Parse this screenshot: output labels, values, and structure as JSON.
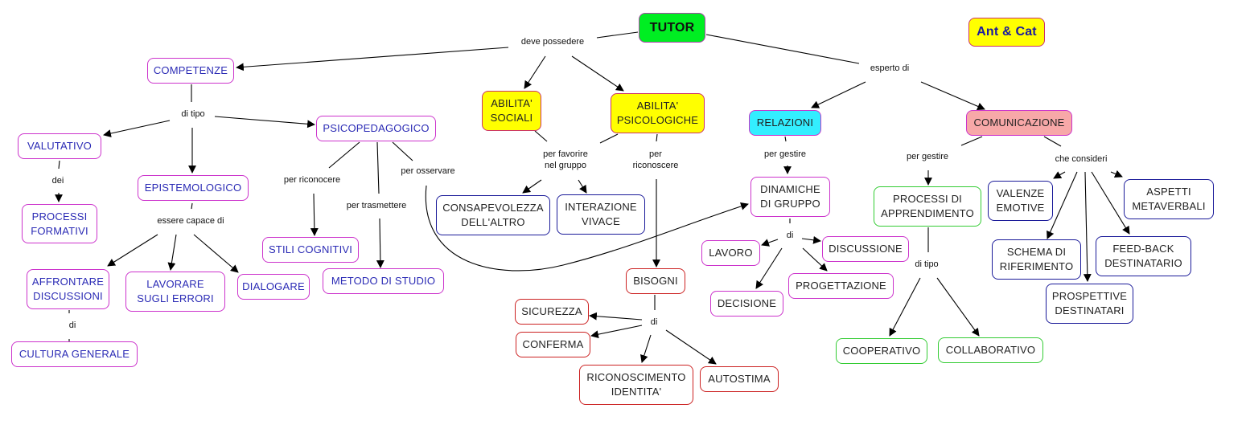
{
  "title": "TUTOR",
  "authors": "Ant & Cat",
  "colors": {
    "root_fill": "#00ee22",
    "yellow_fill": "#ffff00",
    "cyan_fill": "#33eeff",
    "pink_fill": "#f7a8a8",
    "magenta_border": "#cc33cc",
    "blue_border": "#1a1a99",
    "red_border": "#cc2222",
    "green_border": "#33cc33",
    "blue_text": "#2b2bb5"
  },
  "nodes": {
    "tutor": "TUTOR",
    "antcat": "Ant & Cat",
    "competenze": "COMPETENZE",
    "valutativo": "VALUTATIVO",
    "processi_formativi": "PROCESSI FORMATIVI",
    "epistemologico": "EPISTEMOLOGICO",
    "psicopedagogico": "PSICOPEDAGOGICO",
    "affrontare": "AFFRONTARE DISCUSSIONI",
    "lavorare": "LAVORARE SUGLI ERRORI",
    "dialogare": "DIALOGARE",
    "cultura": "CULTURA GENERALE",
    "stili": "STILI COGNITIVI",
    "metodo": "METODO DI STUDIO",
    "abilita_sociali": "ABILITA' SOCIALI",
    "abilita_psico": "ABILITA' PSICOLOGICHE",
    "consapevolezza": "CONSAPEVOLEZZA DELL'ALTRO",
    "interazione": "INTERAZIONE VIVACE",
    "bisogni": "BISOGNI",
    "sicurezza": "SICUREZZA",
    "conferma": "CONFERMA",
    "riconoscimento": "RICONOSCIMENTO IDENTITA'",
    "autostima": "AUTOSTIMA",
    "relazioni": "RELAZIONI",
    "dinamiche": "DINAMICHE DI GRUPPO",
    "lavoro": "LAVORO",
    "discussione": "DISCUSSIONE",
    "decisione": "DECISIONE",
    "progettazione": "PROGETTAZIONE",
    "comunicazione": "COMUNICAZIONE",
    "processi_app": "PROCESSI DI APPRENDIMENTO",
    "cooperativo": "COOPERATIVO",
    "collaborativo": "COLLABORATIVO",
    "valenze": "VALENZE EMOTIVE",
    "aspetti": "ASPETTI METAVERBALI",
    "schema": "SCHEMA DI RIFERIMENTO",
    "feedback": "FEED-BACK DESTINATARIO",
    "prospettive": "PROSPETTIVE DESTINATARI"
  },
  "links": {
    "deve_possedere": "deve possedere",
    "esperto_di": "esperto di",
    "di_tipo_1": "di tipo",
    "dei": "dei",
    "essere_capace_di": "essere capace di",
    "di_1": "di",
    "per_riconocere": "per riconocere",
    "per_trasmettere": "per trasmettere",
    "per_osservare": "per osservare",
    "per_favorire": "per favorire\nnel gruppo",
    "per_riconoscere": "per\nriconoscere",
    "di_2": "di",
    "per_gestire_1": "per gestire",
    "di_3": "di",
    "per_gestire_2": "per gestire",
    "di_tipo_2": "di tipo",
    "che_consideri": "che consideri"
  }
}
